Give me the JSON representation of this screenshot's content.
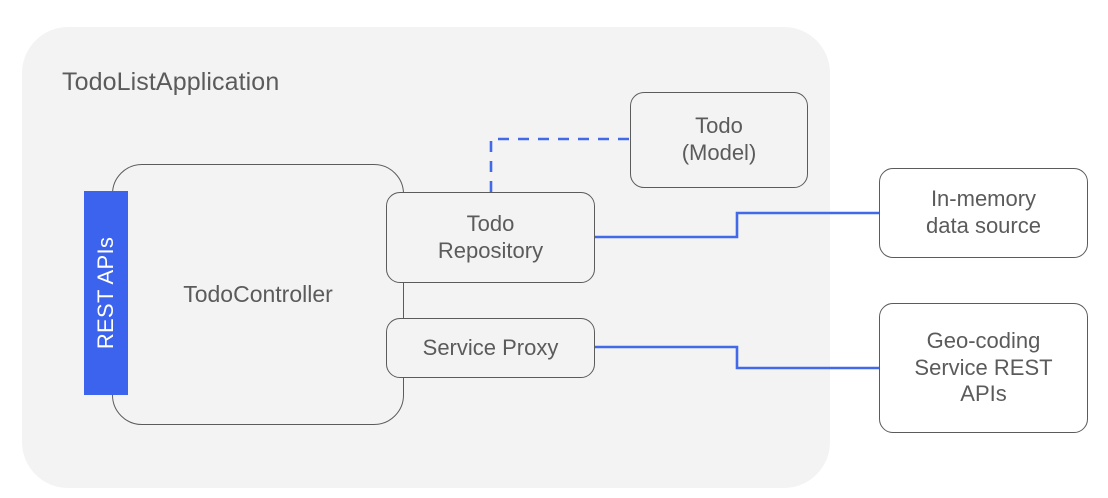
{
  "diagram": {
    "title": "TodoListApplication",
    "type": "software-architecture-diagram",
    "colors": {
      "panel_background": "#f3f3f3",
      "canvas_background": "#ffffff",
      "box_border": "#5b5b5b",
      "text": "#5b5b5b",
      "accent_blue": "#3b63ed",
      "connector_blue": "#4169e8"
    }
  },
  "panel": {
    "label": "TodoListApplication"
  },
  "interface_tab": {
    "label": "REST APIs",
    "orientation": "vertical",
    "color": "#3b63ed",
    "text_color": "#ffffff"
  },
  "nodes": [
    {
      "id": "todo-controller",
      "label": "TodoController",
      "lines": [
        "TodoController"
      ],
      "container": "TodoListApplication"
    },
    {
      "id": "todo-repository",
      "label": "Todo Repository",
      "lines": [
        "Todo",
        "Repository"
      ],
      "container": "TodoListApplication"
    },
    {
      "id": "service-proxy",
      "label": "Service Proxy",
      "lines": [
        "Service Proxy"
      ],
      "container": "TodoListApplication"
    },
    {
      "id": "todo-model",
      "label": "Todo (Model)",
      "lines": [
        "Todo",
        "(Model)"
      ],
      "container": "TodoListApplication"
    },
    {
      "id": "in-memory-data-source",
      "label": "In-memory data source",
      "lines": [
        "In-memory",
        "data source"
      ],
      "container": "external"
    },
    {
      "id": "geo-coding-service",
      "label": "Geo-coding Service REST APIs",
      "lines": [
        "Geo-coding",
        "Service REST",
        "APIs"
      ],
      "container": "external"
    }
  ],
  "connectors": [
    {
      "id": "repository-to-model",
      "from": "todo-repository",
      "to": "todo-model",
      "style": "dashed",
      "color": "#4169e8"
    },
    {
      "id": "repository-to-datasource",
      "from": "todo-repository",
      "to": "in-memory-data-source",
      "style": "solid",
      "color": "#4169e8"
    },
    {
      "id": "proxy-to-geocoding",
      "from": "service-proxy",
      "to": "geo-coding-service",
      "style": "solid",
      "color": "#4169e8"
    }
  ]
}
